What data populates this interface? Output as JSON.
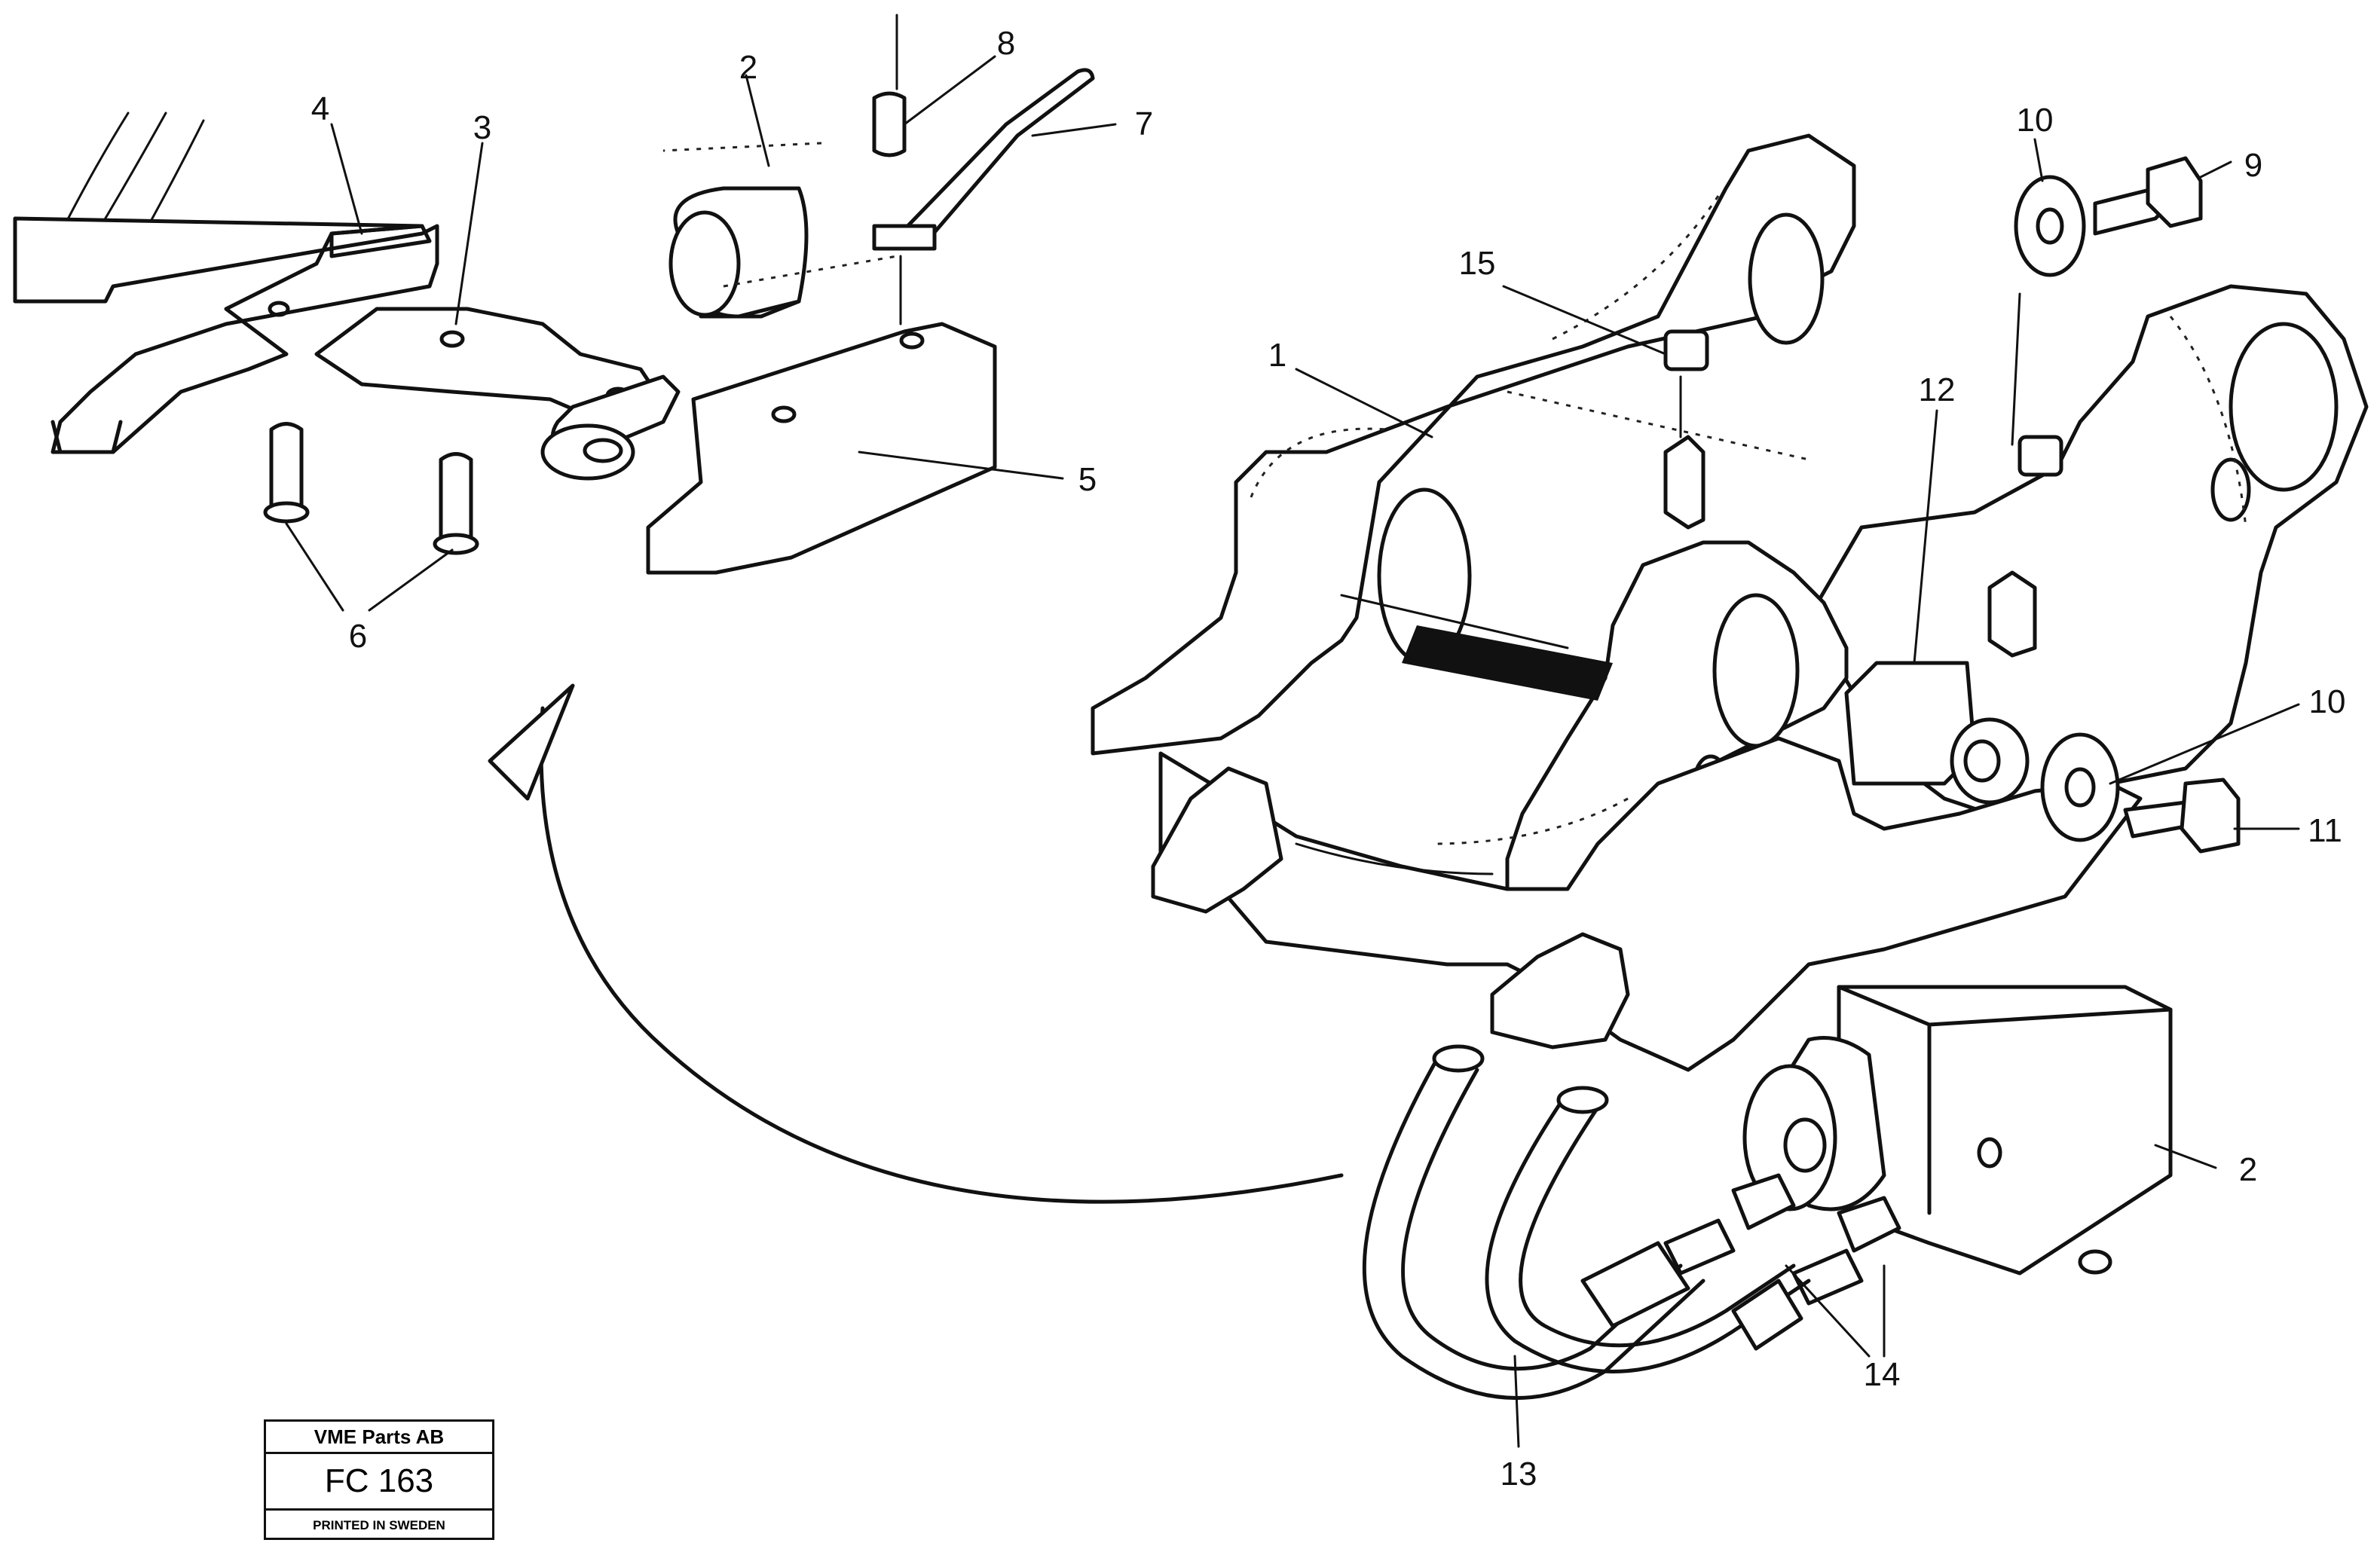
{
  "title_block": {
    "company": "VME Parts AB",
    "figure_code": "FC 163",
    "printed": "PRINTED IN SWEDEN"
  },
  "callouts": [
    {
      "id": "c2-top",
      "text": "2"
    },
    {
      "id": "c8",
      "text": "8"
    },
    {
      "id": "c4",
      "text": "4"
    },
    {
      "id": "c3",
      "text": "3"
    },
    {
      "id": "c7",
      "text": "7"
    },
    {
      "id": "c10-top",
      "text": "10"
    },
    {
      "id": "c9",
      "text": "9"
    },
    {
      "id": "c15",
      "text": "15"
    },
    {
      "id": "c1",
      "text": "1"
    },
    {
      "id": "c12",
      "text": "12"
    },
    {
      "id": "c5",
      "text": "5"
    },
    {
      "id": "c6",
      "text": "6"
    },
    {
      "id": "c10-right",
      "text": "10"
    },
    {
      "id": "c11",
      "text": "11"
    },
    {
      "id": "c2-bottom",
      "text": "2"
    },
    {
      "id": "c14",
      "text": "14"
    },
    {
      "id": "c13",
      "text": "13"
    }
  ]
}
